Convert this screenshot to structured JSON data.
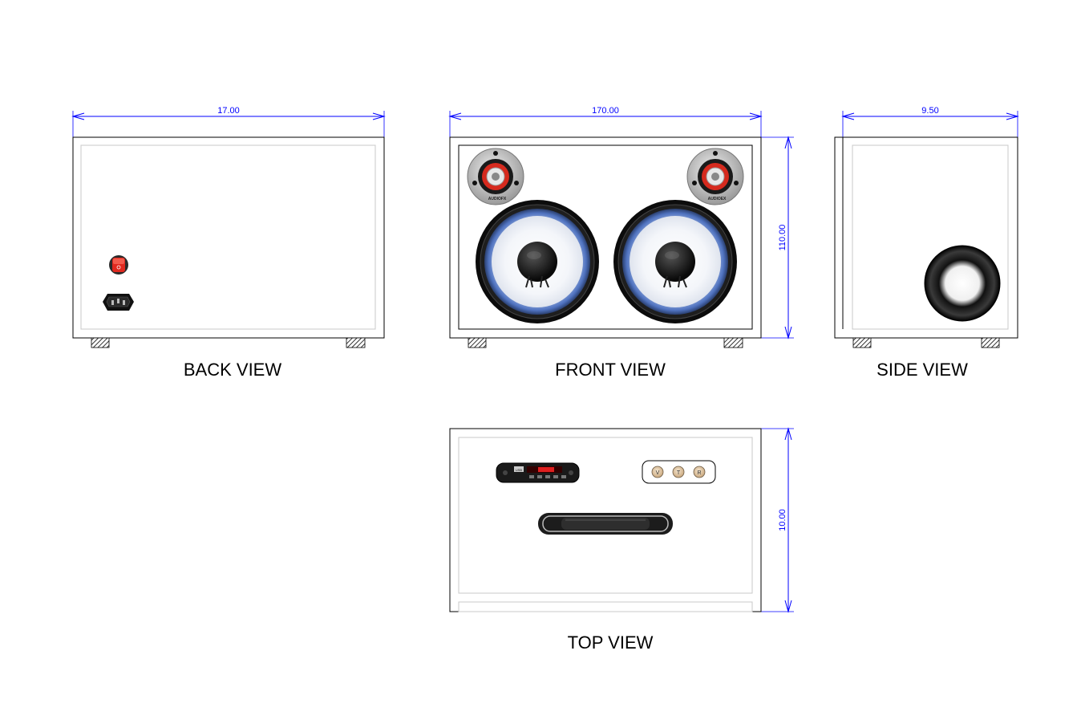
{
  "views": {
    "back": {
      "label": "BACK VIEW",
      "width_dim": "17.00",
      "components": {
        "switch": "rocker-switch-icon",
        "socket": "power-socket-icon"
      }
    },
    "front": {
      "label": "FRONT VIEW",
      "width_dim": "170.00",
      "height_dim": "110.00",
      "tweeter_brand": "AUDIOFX",
      "tweeter_brand_right": "AUDIOEX"
    },
    "side": {
      "label": "SIDE VIEW",
      "width_dim": "9.50"
    },
    "top": {
      "label": "TOP VIEW",
      "height_dim": "10.00",
      "knobs": [
        "V",
        "T",
        "R"
      ],
      "player_label": "USB"
    }
  },
  "colors": {
    "dimension": "#0000ff",
    "outline": "#000000",
    "woofer_ring": "#5b7fc7",
    "switch": "#e0291f",
    "tweeter_accent": "#d62a1e"
  }
}
